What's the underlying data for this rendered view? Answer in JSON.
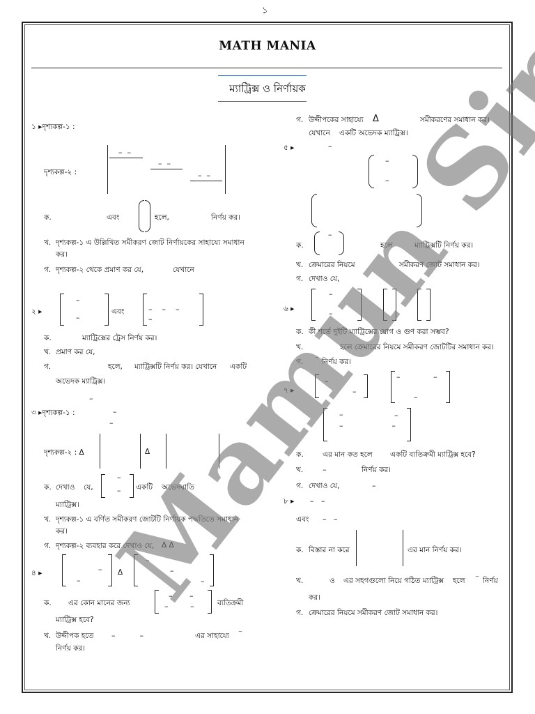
{
  "page_number": "১",
  "header": {
    "title": "MATH MANIA",
    "subtitle": "ম্যাট্রিক্স ও নির্ণায়ক"
  },
  "watermark": "Mamun Sir",
  "left": {
    "q1": {
      "num": "১",
      "stem1": "দৃশ্যকল্প-১ :",
      "stem2": "দৃশ্যকল্প-২ :",
      "ka_label": "ক.",
      "ka_text1": "এবং",
      "ka_text2": "হলে,",
      "ka_text3": "নির্ণয় কর।",
      "kha_label": "খ.",
      "kha_text": "দৃশ্যকল্প-১ এ উল্লিখিত সমীকরণ জোট নির্ণায়কের সাহায্যে সমাধান",
      "kha_text2": "কর।",
      "ga_label": "গ.",
      "ga_text": "দৃশ্যকল্প-২ থেকে প্রমাণ কর যে,",
      "ga_text2": "যেখানে"
    },
    "q2": {
      "num": "২",
      "stem_and": "এবং",
      "ka_label": "ক.",
      "ka_text": "ম্যাট্রিক্সের ট্রেস নির্ণয় কর।",
      "kha_label": "খ.",
      "kha_text": "প্রমাণ কর যে,",
      "ga_label": "গ.",
      "ga_text1": "হলে,",
      "ga_text2": "ম্যাট্রিক্সটি নির্ণয় কর। যেখানে",
      "ga_text3": "একটি",
      "ga_text4": "অভেদক ম্যাট্রিক্স।"
    },
    "q3": {
      "num": "৩",
      "stem1": "দৃশ্যকল্প-১ :",
      "stem2": "দৃশ্যকল্প-২ :",
      "delta": "Δ",
      "ka_label": "ক.",
      "ka_text1": "দেখাও",
      "ka_text2": "যে,",
      "ka_text3": "একটি",
      "ka_text4": "অভেদঘাতি",
      "ka_text5": "ম্যাট্রিক্স।",
      "kha_label": "খ.",
      "kha_text": "দৃশ্যকল্প-১ এ বর্ণিত সমীকরণ জোটটি নির্ণায়ক পদ্ধতিতে সমাধান",
      "kha_text2": "কর।",
      "ga_label": "গ.",
      "ga_text": "দৃশ্যকল্প-২ ব্যবহার করে দেখাও যে,",
      "ga_math": "Δ    Δ"
    },
    "q4": {
      "num": "৪",
      "delta": "Δ",
      "ka_label": "ক.",
      "ka_text1": "এর কোন মানের জন্য",
      "ka_text2": "ব্যতিক্রমী",
      "ka_text3": "ম্যাট্রিক্স হবে?",
      "kha_label": "খ.",
      "kha_text1": "উদ্দীপক হতে",
      "kha_text2": "এর সাহায্যে",
      "kha_text3": "নির্ণয় কর।"
    }
  },
  "right": {
    "q_ga_top": {
      "label": "গ.",
      "text1": "উদ্দীপকের সাহায্যে",
      "delta": "Δ",
      "text2": "সমীকরণের সমাধান কর।",
      "text3": "যেখানে",
      "text4": "একটি অভেদক ম্যাট্রিক্স।"
    },
    "q5": {
      "num": "৫",
      "ka_label": "ক.",
      "ka_text1": "হলে",
      "ka_text2": "ম্যাট্রিক্সটি নির্ণয় কর।",
      "kha_label": "খ.",
      "kha_text1": "ক্রেমারের নিয়মে",
      "kha_text2": "সমীকরণ জোট সমাধান কর।",
      "ga_label": "গ.",
      "ga_text": "দেখাও যে,"
    },
    "q6": {
      "num": "৬",
      "ka_label": "ক.",
      "ka_text": "কী শর্তে দুইটি ম্যাট্রিক্সের যোগ ও গুণ করা সম্ভব?",
      "kha_label": "খ.",
      "kha_text": "হলে ক্রেমারের নিয়মে সমীকরণ জোটটির সমাধান কর।",
      "ga_label": "গ.",
      "ga_text": "নির্ণয় কর।"
    },
    "q7": {
      "num": "৭",
      "ka_label": "ক.",
      "ka_text1": "এর মান কত হলে",
      "ka_text2": "একটি ব্যতিক্রমী ম্যাট্রিক্স হবে?",
      "kha_label": "খ.",
      "kha_text": "নির্ণয় কর।",
      "ga_label": "গ.",
      "ga_text": "দেখাও যে,"
    },
    "q8": {
      "num": "৮",
      "and": "এবং",
      "ka_label": "ক.",
      "ka_text1": "বিস্তার না করে",
      "ka_text2": "এর মান নির্ণয় কর।",
      "kha_label": "খ.",
      "kha_text1": "ও",
      "kha_text2": "এর সহগগুলো নিয়ে গঠিত ম্যাট্রিক্স",
      "kha_text3": "হলে",
      "kha_text4": "নির্ণয়",
      "kha_text5": "কর।",
      "ga_label": "গ.",
      "ga_text": "ক্রেমারের নিয়মে সমীকরণ জোট সমাধান কর।"
    }
  }
}
